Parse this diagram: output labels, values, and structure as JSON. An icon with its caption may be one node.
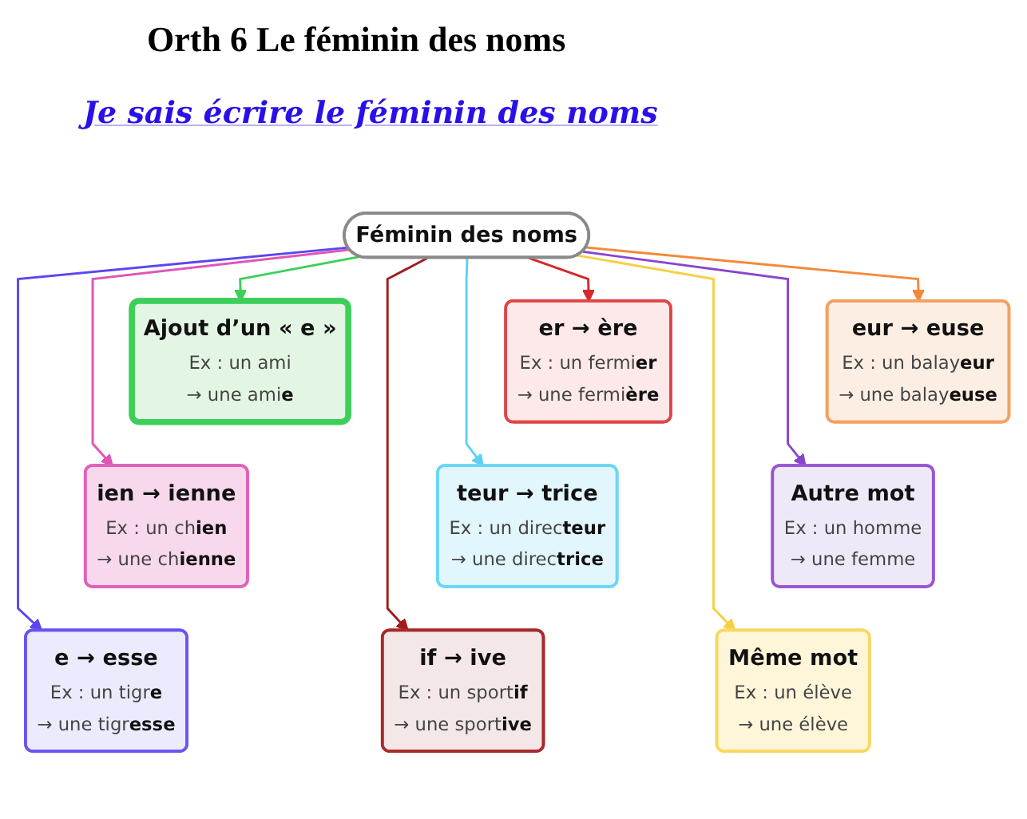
{
  "diagram": {
    "title": "Orth 6 Le féminin des noms",
    "nodes": [
      {
        "text": [
          "Féminin des noms"
        ]
      },
      {
        "text": [
          "Ajout d’un « e »",
          "Ex : un ami",
          "→ une ami**e**"
        ]
      },
      {
        "text": [
          "er → ère",
          "Ex : un fermi**er**",
          "→ une fermi**ère**"
        ]
      },
      {
        "text": [
          "eur → euse",
          "Ex : un balay**eur**",
          "→ une balay**euse**"
        ]
      },
      {
        "text": [
          "ien → ienne",
          "Ex : un ch**ien**",
          "→ une ch**ienne**"
        ]
      },
      {
        "text": [
          "teur → trice",
          "Ex : un direc**teur**",
          "→ une direc**trice**"
        ]
      },
      {
        "text": [
          "Autre mot",
          "Ex : un homme",
          "→ une femme"
        ]
      },
      {
        "text": [
          "e → esse",
          "Ex : un tigr**e**",
          "→ une tigr**esse**"
        ]
      },
      {
        "text": [
          "if → ive",
          "Ex : un sport**if**",
          "→ une sport**ive**"
        ]
      },
      {
        "text": [
          "Même mot",
          "Ex : un élève",
          "→ une élève"
        ]
      }
    ],
    "edges": [
      {
        "from": 0,
        "to": 1,
        "arrow": "to",
        "color": "#3ccf5a"
      },
      {
        "from": 0,
        "to": 2,
        "arrow": "to",
        "color": "#d42a2a"
      },
      {
        "from": 0,
        "to": 3,
        "arrow": "to",
        "color": "#f5893a"
      },
      {
        "from": 0,
        "to": 4,
        "arrow": "to",
        "color": "#e055b5"
      },
      {
        "from": 0,
        "to": 5,
        "arrow": "to",
        "color": "#5fd0f5"
      },
      {
        "from": 0,
        "to": 6,
        "arrow": "to",
        "color": "#8a44d0"
      },
      {
        "from": 0,
        "to": 7,
        "arrow": "to",
        "color": "#5a46f0"
      },
      {
        "from": 0,
        "to": 8,
        "arrow": "to",
        "color": "#9e1c1c"
      },
      {
        "from": 0,
        "to": 9,
        "arrow": "to",
        "color": "#f6cf45"
      }
    ],
    "labels": [
      "Je sais écrire le féminin des noms"
    ]
  }
}
